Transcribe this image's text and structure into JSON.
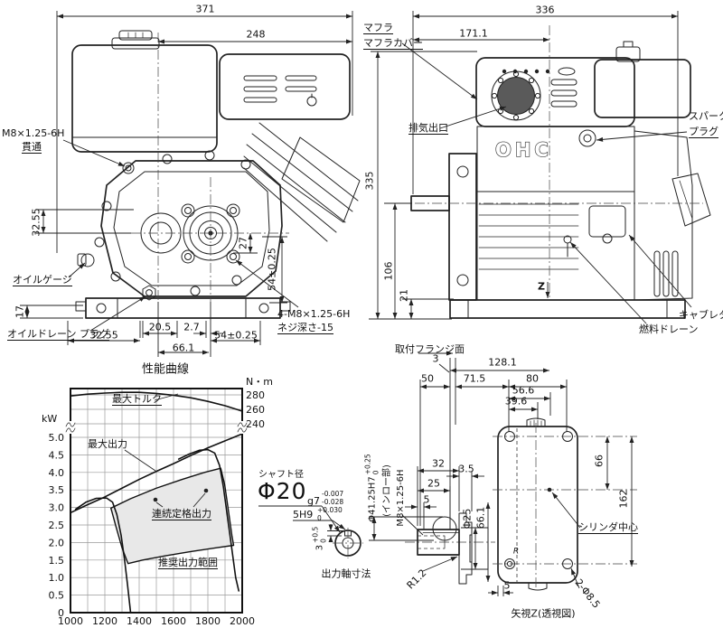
{
  "colors": {
    "background": "#ffffff",
    "line": "#222222",
    "region_fill": "#e8e8e8",
    "grid": "#9a9a9a",
    "grille_fill": "#5a5a5a"
  },
  "front_view": {
    "dims": {
      "overall_width": "371",
      "tank_to_right": "248",
      "left_height": "32.55",
      "foot_height": "17",
      "bottom_left": "32.55",
      "bottom_205": "20.5",
      "bottom_27": "2.7",
      "bottom_54": "54±0.25",
      "bottom_661": "66.1",
      "vert_27": "27",
      "vert_54": "54±0.25"
    },
    "labels": {
      "tap_thread": "M8×1.25-6H",
      "through": "貫通",
      "oil_gauge": "オイルゲージ",
      "oil_drain_plug": "オイルドレーン プラグ",
      "mount_tap": "4-M8×1.25-6H",
      "tap_depth": "ネジ深さ-15"
    }
  },
  "side_view": {
    "dims": {
      "overall_length": "336",
      "muffler_length": "171.1",
      "overall_height": "335",
      "shaft_height": "106",
      "base_height": "21"
    },
    "labels": {
      "muffler": "マフラ",
      "muffler_cover": "マフラカバー",
      "exhaust_outlet": "排気出口",
      "spark_line1": "スパーク",
      "spark_line2": "プラグ",
      "carburetor": "キャブレタ",
      "fuel_drain": "燃料ドレーン",
      "view_marker": "Z",
      "casting_text": "OHC"
    }
  },
  "output_shaft": {
    "heading": "シャフト径",
    "diameter": "Φ20",
    "fit": "g7",
    "fit_tol_upper": "-0.007",
    "fit_tol_lower": "-0.028",
    "key": "5H9",
    "key_tol_upper": "+0.030",
    "key_tol_lower": "0",
    "key_depth": "3",
    "key_depth_upper": "+0.5",
    "key_depth_lower": "0",
    "caption": "出力軸寸法"
  },
  "shaft_side": {
    "spigot": "Φ41.25H7",
    "spigot_tol_upper": "+0.25",
    "spigot_tol_lower": "0",
    "spigot_note": "(インロー部)",
    "thread": "M8×1.25-6H",
    "len_32": "32",
    "len_35": "3.5",
    "len_25": "25",
    "len_5": "5",
    "dia_25": "Φ25",
    "height_661": "66.1",
    "fillet": "R1.2"
  },
  "rear_view": {
    "labels": {
      "mount_flange": "取付フランジ面",
      "cylinder_center": "シリンダ中心",
      "holes": "2-Φ8.5",
      "fillet": "R",
      "caption": "矢視Z(透視図)"
    },
    "dims": {
      "offset_3": "3",
      "width_1281": "128.1",
      "d50": "50",
      "d715": "71.5",
      "d80": "80",
      "d566": "56.6",
      "d396": "39.6",
      "v66": "66",
      "v162": "162",
      "d5": "5"
    }
  },
  "chart_data": {
    "type": "line",
    "title": "性能曲線",
    "y_left_label": "kW",
    "y_right_label": "N・m",
    "xlabel": "",
    "x_range": [
      1000,
      2000
    ],
    "x_ticks": [
      1000,
      1200,
      1400,
      1600,
      1800,
      2000
    ],
    "x_grid_step": 100,
    "y_left_range": [
      0,
      5.0
    ],
    "y_left_tick_step": 0.5,
    "y_right_ticks": [
      240,
      260,
      280
    ],
    "grid": true,
    "axis_break": true,
    "legend_position": "none",
    "labels": {
      "max_torque": "最大トルク",
      "max_output": "最大出力",
      "rated_output": "連続定格出力",
      "recommended_range": "推奨出力範囲"
    },
    "series": [
      {
        "name": "最大トルク",
        "axis": "right",
        "unit": "N・m",
        "points": [
          [
            1000,
            278.5
          ],
          [
            1100,
            281
          ],
          [
            1200,
            282.5
          ],
          [
            1300,
            283.5
          ],
          [
            1400,
            283.5
          ],
          [
            1500,
            282
          ],
          [
            1600,
            279.5
          ],
          [
            1700,
            276
          ],
          [
            1800,
            271
          ],
          [
            1900,
            265
          ],
          [
            2000,
            257.5
          ]
        ]
      },
      {
        "name": "最大出力",
        "axis": "left",
        "unit": "kW",
        "points": [
          [
            1000,
            2.85
          ],
          [
            1100,
            3.08
          ],
          [
            1200,
            3.3
          ],
          [
            1300,
            3.55
          ],
          [
            1400,
            3.8
          ],
          [
            1500,
            4.03
          ],
          [
            1600,
            4.25
          ],
          [
            1700,
            4.48
          ],
          [
            1800,
            4.7
          ],
          [
            1900,
            4.9
          ],
          [
            2000,
            5.1
          ]
        ]
      },
      {
        "name": "",
        "id": "governor-droop-low",
        "axis": "left",
        "unit": "kW",
        "points": [
          [
            1030,
            2.95
          ],
          [
            1090,
            3.15
          ],
          [
            1150,
            3.26
          ],
          [
            1210,
            3.27
          ],
          [
            1245,
            3.15
          ],
          [
            1270,
            2.8
          ],
          [
            1295,
            2.2
          ],
          [
            1315,
            1.5
          ],
          [
            1332,
            0.8
          ],
          [
            1350,
            0
          ]
        ]
      },
      {
        "name": "",
        "id": "governor-droop-high",
        "axis": "left",
        "unit": "kW",
        "points": [
          [
            1630,
            4.38
          ],
          [
            1690,
            4.52
          ],
          [
            1750,
            4.63
          ],
          [
            1800,
            4.65
          ],
          [
            1840,
            4.55
          ],
          [
            1868,
            4.2
          ],
          [
            1890,
            3.6
          ],
          [
            1915,
            2.7
          ],
          [
            1940,
            1.8
          ],
          [
            1962,
            1.0
          ],
          [
            1980,
            0.62
          ]
        ]
      }
    ],
    "region": {
      "label": "推奨出力範囲",
      "axis": "left",
      "points": [
        [
          1235,
          2.98
        ],
        [
          1350,
          3.25
        ],
        [
          1500,
          3.55
        ],
        [
          1650,
          3.8
        ],
        [
          1780,
          4.0
        ],
        [
          1875,
          4.12
        ],
        [
          1898,
          3.65
        ],
        [
          1920,
          2.9
        ],
        [
          1940,
          2.2
        ],
        [
          1950,
          1.92
        ],
        [
          1850,
          1.85
        ],
        [
          1700,
          1.74
        ],
        [
          1550,
          1.62
        ],
        [
          1420,
          1.5
        ],
        [
          1335,
          1.4
        ],
        [
          1300,
          1.85
        ],
        [
          1265,
          2.45
        ],
        [
          1240,
          2.9
        ]
      ]
    },
    "rated_marker_points": [
      [
        1495,
        3.22
      ],
      [
        1789,
        3.48
      ]
    ]
  }
}
